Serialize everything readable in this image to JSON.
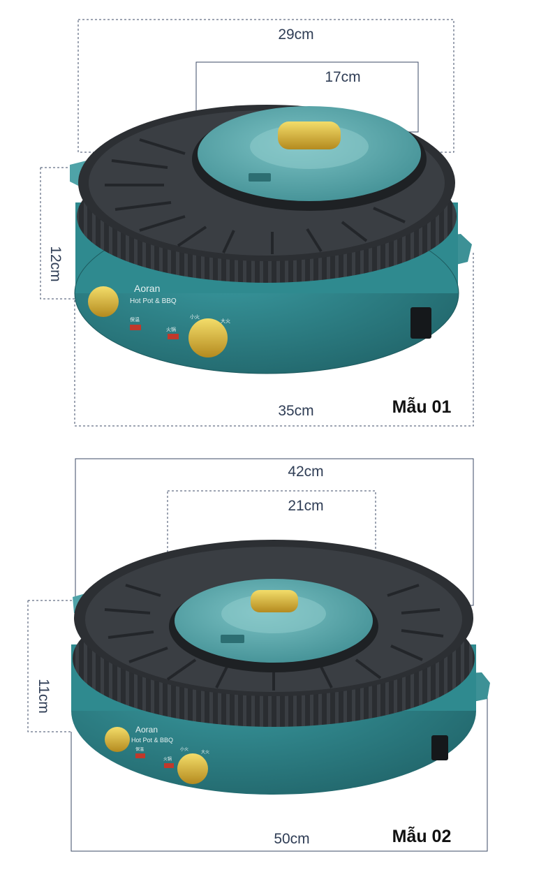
{
  "colors": {
    "body_teal": "#2f8a8f",
    "body_teal_dark": "#1f6166",
    "grill_dark": "#2c2f33",
    "lid_teal": "#5aa9ad",
    "handle_gold": "#d4b43a",
    "indicator_red": "#c0392b"
  },
  "brand": {
    "name": "Aoran",
    "tagline": "Hot Pot & BBQ",
    "knob_low": "小火",
    "knob_high": "大火",
    "indicator_left": "保温",
    "indicator_right": "火锅"
  },
  "models": [
    {
      "label": "Mẫu 01",
      "top_width": "29cm",
      "pot_width": "17cm",
      "height": "12cm",
      "base_width": "35cm"
    },
    {
      "label": "Mẫu 02",
      "top_width": "42cm",
      "pot_width": "21cm",
      "height": "11cm",
      "base_width": "50cm"
    }
  ]
}
